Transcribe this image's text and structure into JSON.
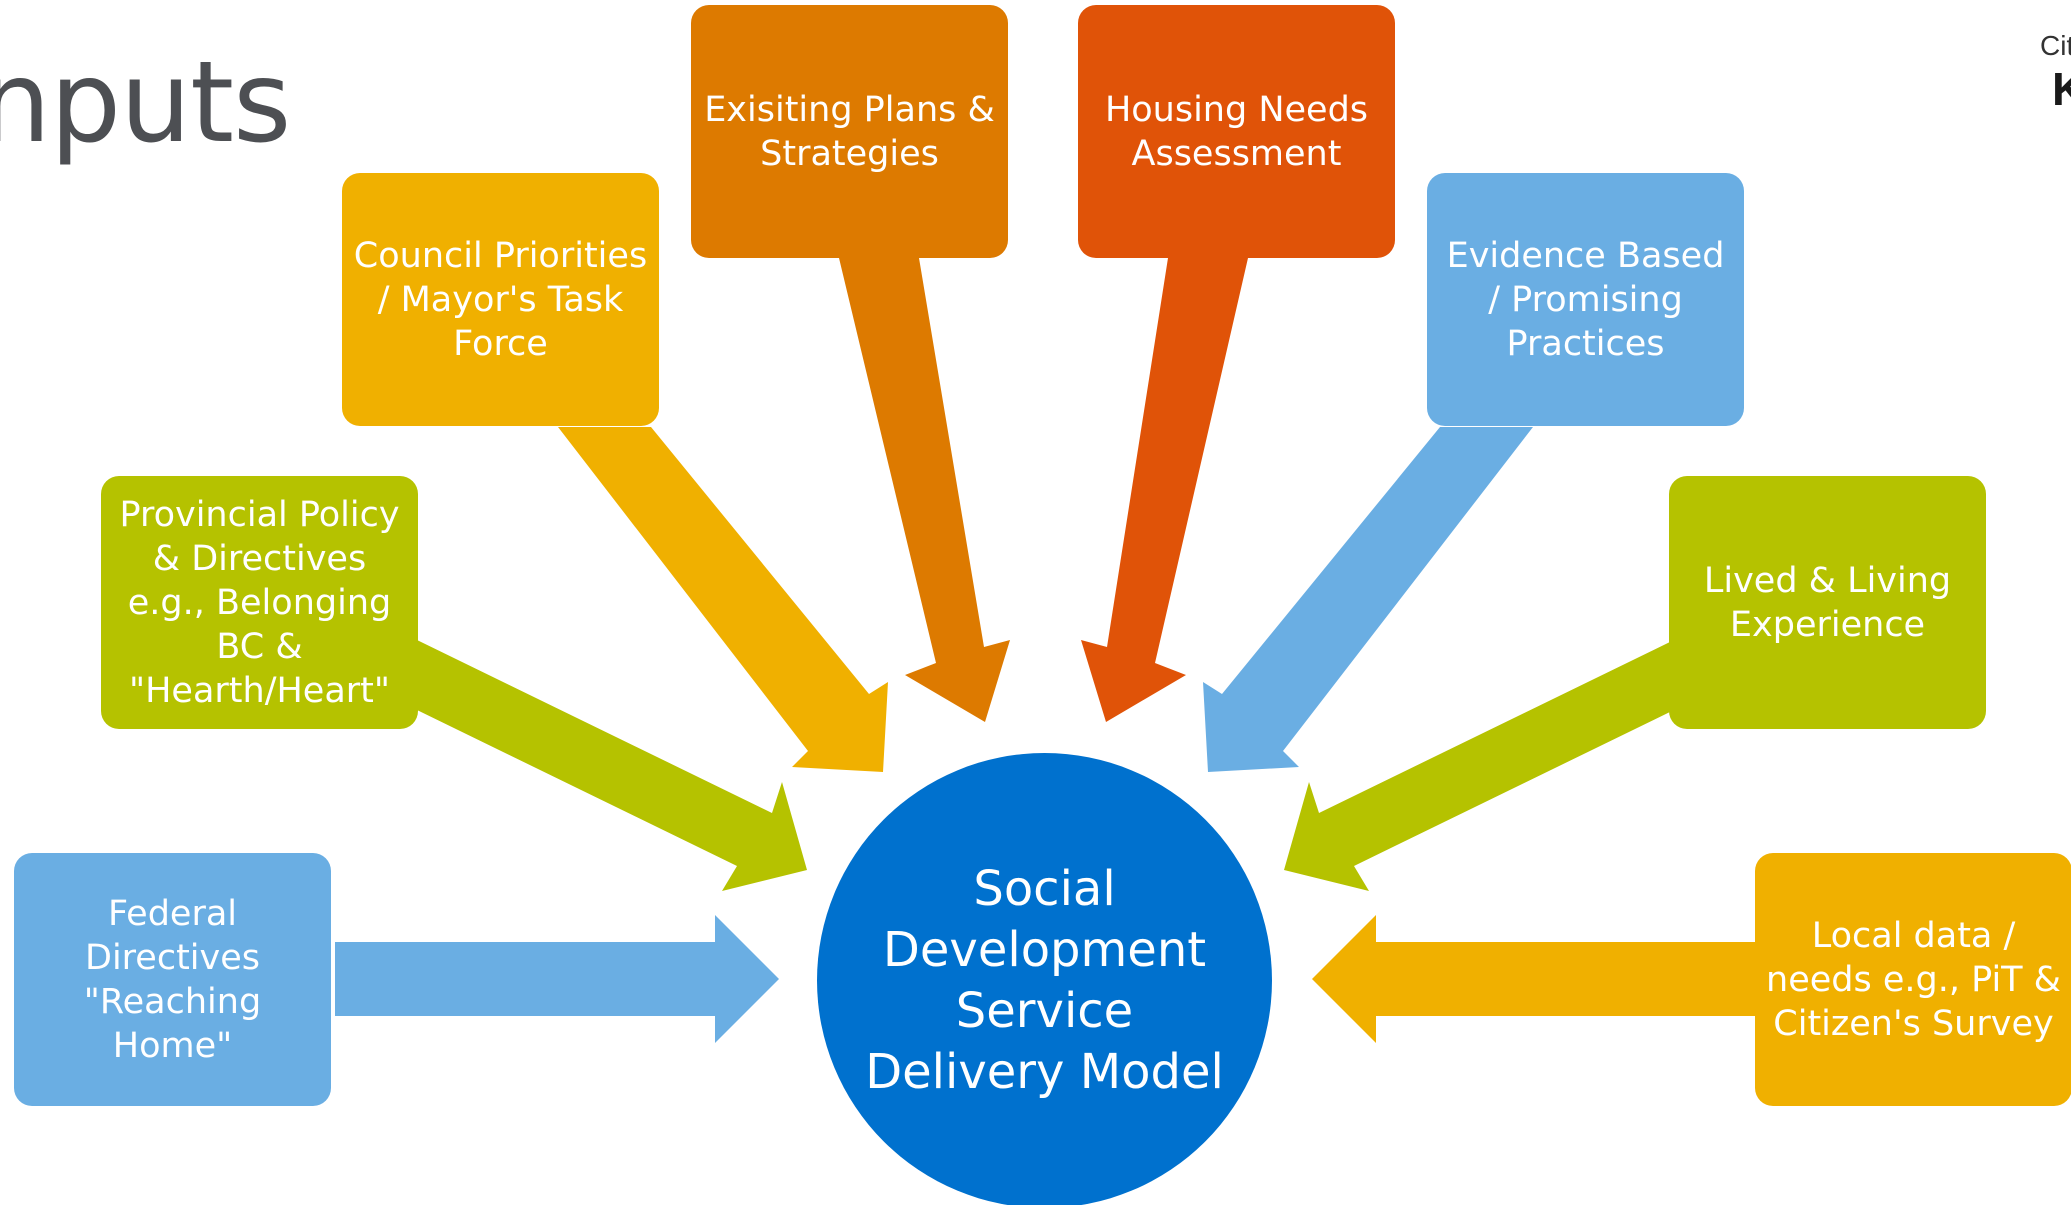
{
  "slide": {
    "title": "nputs",
    "logo": {
      "small_text": "Cit",
      "large_text": "K"
    }
  },
  "colors": {
    "light_blue": "#6aaee3",
    "lime_green": "#b5c200",
    "amber": "#f0b000",
    "dark_orange": "#dd7a00",
    "red_orange": "#e05308",
    "center_blue": "#0071ce",
    "title_gray": "#4d4f53"
  },
  "center": {
    "label": "Social Development Service Delivery Model"
  },
  "inputs": [
    {
      "id": "federal",
      "label": "Federal Directives \"Reaching Home\"",
      "color": "light_blue"
    },
    {
      "id": "provincial",
      "label": "Provincial Policy & Directives e.g., Belonging BC & \"Hearth/Heart\"",
      "color": "lime_green"
    },
    {
      "id": "council",
      "label": "Council Priorities / Mayor's Task Force",
      "color": "amber"
    },
    {
      "id": "existing-plans",
      "label": "Exisiting Plans & Strategies",
      "color": "dark_orange"
    },
    {
      "id": "housing-needs",
      "label": "Housing Needs Assessment",
      "color": "red_orange"
    },
    {
      "id": "evidence",
      "label": "Evidence Based / Promising Practices",
      "color": "light_blue"
    },
    {
      "id": "lived-experience",
      "label": "Lived & Living Experience",
      "color": "lime_green"
    },
    {
      "id": "local-data",
      "label": "Local data / needs e.g., PiT & Citizen's Survey",
      "color": "amber"
    }
  ]
}
